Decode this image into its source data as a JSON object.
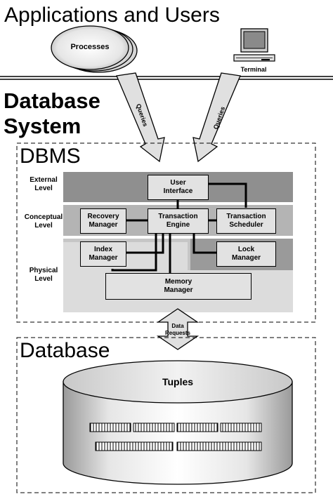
{
  "sections": {
    "apps": "Applications and Users",
    "db_system_line1": "Database",
    "db_system_line2": "System",
    "dbms": "DBMS",
    "database": "Database"
  },
  "clients": {
    "processes": "Processes",
    "terminal": "Terminal"
  },
  "arrows": {
    "left_query": "Queries",
    "right_query": "Queries",
    "data_requests_line1": "Data",
    "data_requests_line2": "Requests"
  },
  "levels": {
    "external": [
      "External",
      "Level"
    ],
    "conceptual": [
      "Conceptual",
      "Level"
    ],
    "physical": [
      "Physical",
      "Level"
    ]
  },
  "components": {
    "user_interface": [
      "User",
      "Interface"
    ],
    "recovery_manager": [
      "Recovery",
      "Manager"
    ],
    "transaction_engine": [
      "Transaction",
      "Engine"
    ],
    "transaction_scheduler": [
      "Transaction",
      "Scheduler"
    ],
    "index_manager": [
      "Index",
      "Manager"
    ],
    "lock_manager": [
      "Lock",
      "Manager"
    ],
    "memory_manager": [
      "Memory",
      "Manager"
    ]
  },
  "storage": {
    "tuples": "Tuples"
  }
}
